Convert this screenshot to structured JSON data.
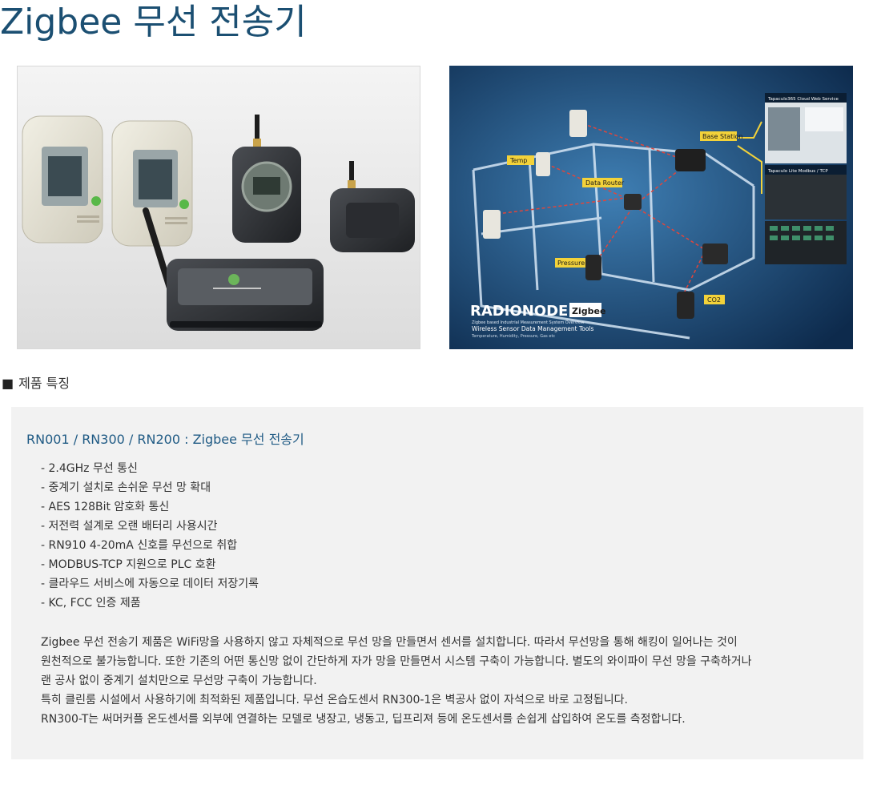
{
  "page": {
    "title": "Zigbee 무선 전송기"
  },
  "images": {
    "diagram": {
      "callouts": [
        "Temp",
        "Data Router",
        "Base Station",
        "Pressure",
        "CO2"
      ],
      "cloud_label": "Tapaculo365 Cloud Web Service",
      "modbus_label": "Tapaculo Lite Modbus / TCP",
      "brand": "RADIONODE",
      "brand_badge": "Zigbee",
      "subtitle": "Zigbee based Industrial Measurement System Overview",
      "headline": "Wireless Sensor Data Management Tools",
      "tagline": "Temperature, Humidity, Pressure, Gas etc"
    }
  },
  "section": {
    "marker": "■",
    "heading": "제품 특징"
  },
  "features": {
    "title": "RN001 / RN300 / RN200 : Zigbee 무선 전송기",
    "items": [
      "- 2.4GHz 무선 통신",
      "- 중계기 설치로 손쉬운 무선 망 확대",
      "- AES 128Bit 암호화 통신",
      "- 저전력 설계로 오랜 배터리 사용시간",
      "- RN910 4-20mA 신호를 무선으로 취합",
      "- MODBUS-TCP 지원으로 PLC 호환",
      "- 클라우드 서비스에 자동으로 데이터 저장기록",
      "- KC, FCC 인증 제품"
    ],
    "description": [
      "Zigbee 무선 전송기 제품은 WiFi망을 사용하지 않고 자체적으로 무선 망을 만들면서 센서를 설치합니다. 따라서 무선망을 통해 해킹이 일어나는 것이",
      "원천적으로 불가능합니다. 또한 기존의 어떤 통신망 없이 간단하게 자가 망을 만들면서 시스템 구축이 가능합니다. 별도의 와이파이 무선 망을 구축하거나",
      "랜 공사 없이 중계기 설치만으로 무선망 구축이 가능합니다.",
      "특히 클린룸 시설에서 사용하기에 최적화된 제품입니다. 무선 온습도센서 RN300-1은 벽공사 없이 자석으로 바로 고정됩니다.",
      "RN300-T는 써머커플 온도센서를 외부에 연결하는 모델로 냉장고, 냉동고, 딥프리져 등에 온도센서를 손쉽게 삽입하여 온도를 측정합니다."
    ]
  }
}
